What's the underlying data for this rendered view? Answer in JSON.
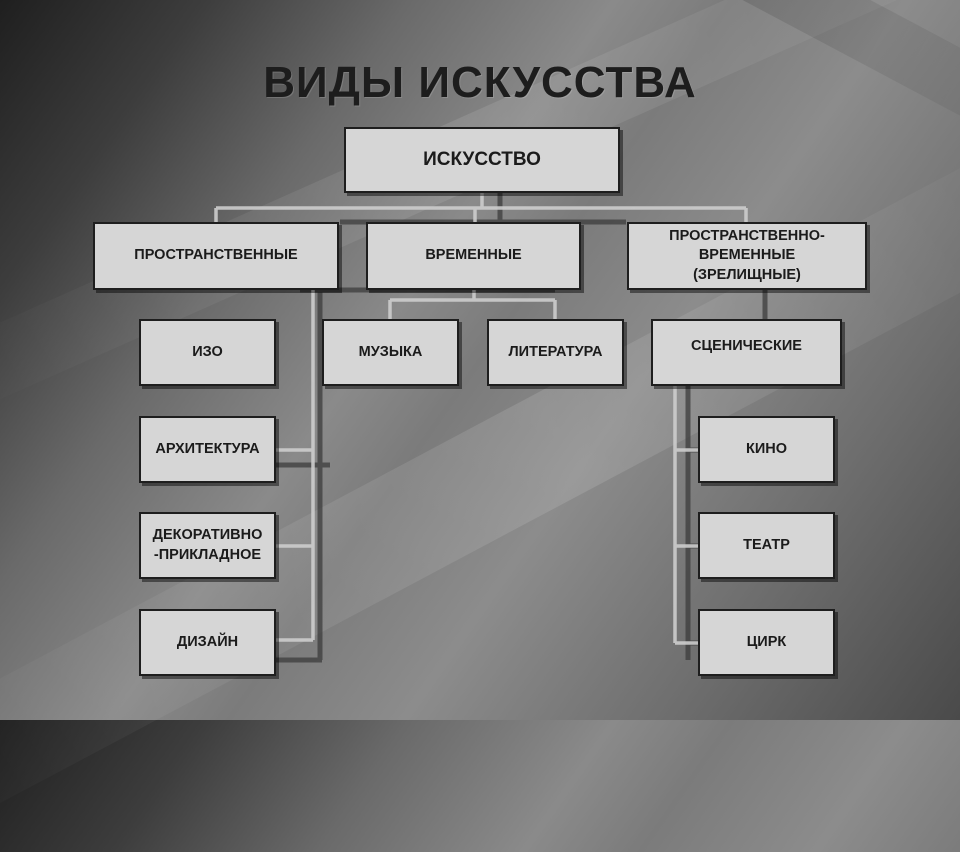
{
  "title": "ВИДЫ ИСКУССТВА",
  "diagram": {
    "root": "ИСКУССТВО",
    "categories": [
      {
        "label": "ПРОСТРАНСТВЕННЫЕ"
      },
      {
        "label": "ВРЕМЕННЫЕ"
      },
      {
        "label_lines": [
          "ПРОСТРАНСТВЕННО-",
          "ВРЕМЕННЫЕ",
          "(ЗРЕЛИЩНЫЕ)"
        ]
      }
    ],
    "spatial_items": [
      {
        "label": "ИЗО"
      },
      {
        "label": "АРХИТЕКТУРА"
      },
      {
        "label_lines": [
          "ДЕКОРАТИВНО",
          "-ПРИКЛАДНОЕ"
        ]
      },
      {
        "label": "ДИЗАЙН"
      }
    ],
    "temporal_items": [
      {
        "label": "МУЗЫКА"
      },
      {
        "label": "ЛИТЕРАТУРА"
      }
    ],
    "spatiotemporal_items": [
      {
        "label": "СЦЕНИЧЕСКИЕ"
      },
      {
        "label": "КИНО"
      },
      {
        "label": "ТЕАТР"
      },
      {
        "label": "ЦИРК"
      }
    ]
  },
  "colors": {
    "box_fill": "#d6d6d6",
    "box_border": "#1e1e1e",
    "text": "#1b1b1b",
    "connector_light": "#c8c8c8",
    "connector_dark": "#3c3c3c"
  }
}
